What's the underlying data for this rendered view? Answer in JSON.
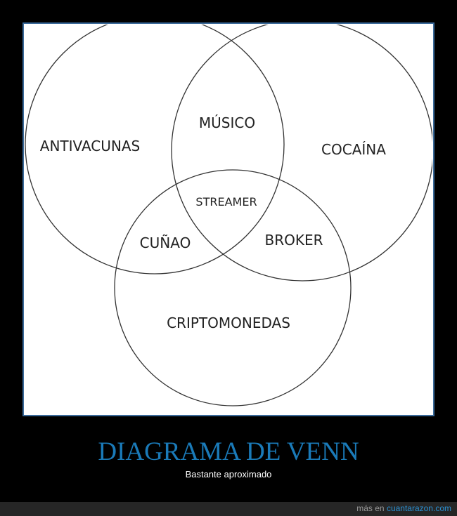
{
  "diagram": {
    "sets": [
      "ANTIVACUNAS",
      "COCAÍNA",
      "CRIPTOMONEDAS"
    ],
    "labels": {
      "antivacunas": "ANTIVACUNAS",
      "cocaina": "COCAÍNA",
      "criptomonedas": "CRIPTOMONEDAS",
      "musico": "MÚSICO",
      "cunao": "CUÑAO",
      "broker": "BROKER",
      "streamer": "STREAMER"
    },
    "colors": {
      "border": "#3a6a9a",
      "title": "#1a7ab8",
      "link": "#2a8fd0"
    }
  },
  "caption": {
    "title": "DIAGRAMA DE VENN",
    "subtitle": "Bastante aproximado"
  },
  "footer": {
    "prefix": "más en",
    "link": "cuantarazon.com"
  }
}
